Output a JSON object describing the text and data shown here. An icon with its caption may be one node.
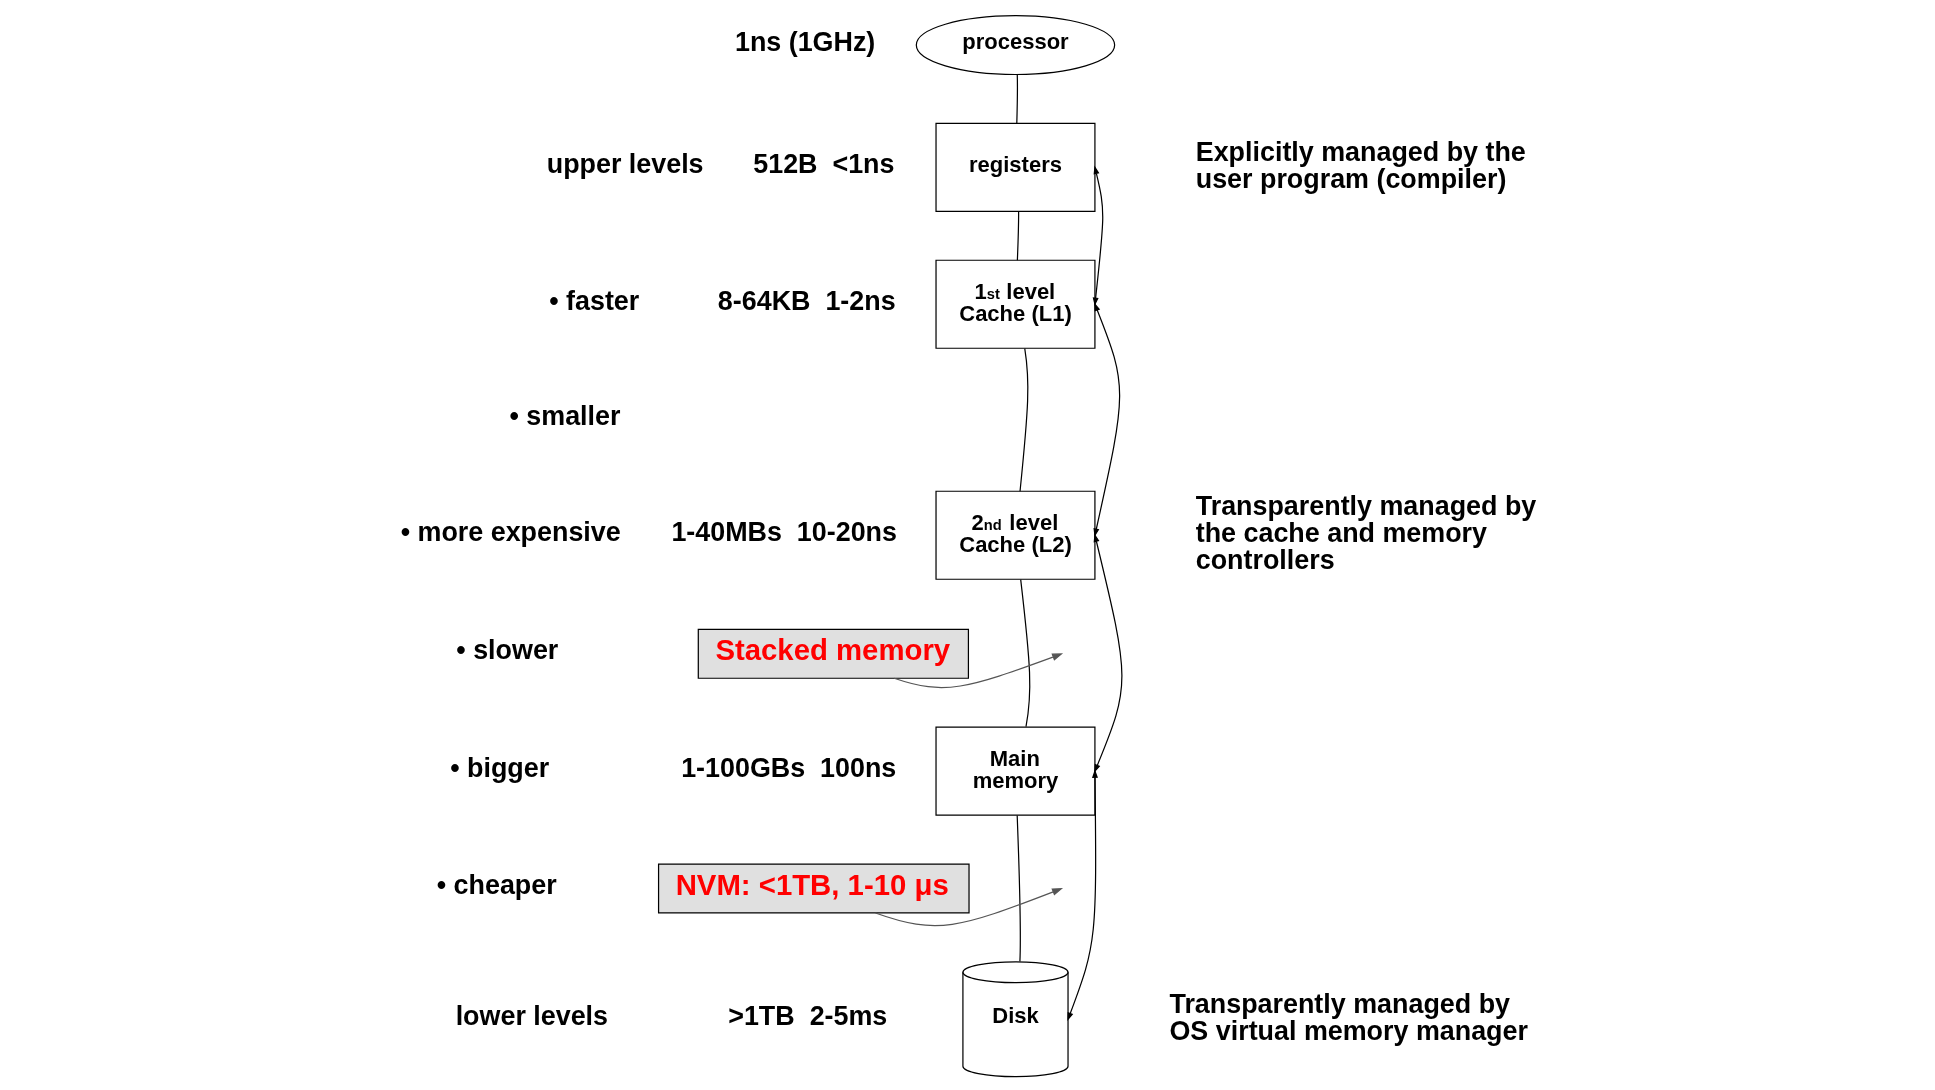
{
  "diagram": {
    "nodes": [
      {
        "text": [
          "processor"
        ],
        "beside": [
          "1ns (1GHz)"
        ]
      },
      {
        "text": [
          "registers"
        ],
        "beside": [
          "512B  <1ns"
        ]
      },
      {
        "text": [
          "1$^{st}$ level Cache (L1)"
        ],
        "beside": [
          "8-64KB  1-2ns"
        ]
      },
      {
        "text": [
          "2$^{nd}$ level Cache (L2)"
        ],
        "beside": [
          "1-40MBs  10-20ns"
        ]
      },
      {
        "text": [
          "Main memory"
        ],
        "beside": [
          "1-100GBs  100ns"
        ]
      },
      {
        "text": [
          "Disk"
        ],
        "beside": [
          ">1TB  2-5ms"
        ]
      },
      {
        "text": [
          "Stacked memory"
        ]
      },
      {
        "text": [
          "NVM: <1TB, 1-10 μs"
        ]
      }
    ],
    "edges": [
      {
        "from": 0,
        "to": 1,
        "arrow": "none"
      },
      {
        "from": 1,
        "to": 2,
        "arrow": "none"
      },
      {
        "from": 2,
        "to": 3,
        "arrow": "none"
      },
      {
        "from": 3,
        "to": 4,
        "arrow": "none"
      },
      {
        "from": 4,
        "to": 5,
        "arrow": "none"
      },
      {
        "from": 6,
        "to": null,
        "arrow": "to",
        "color": "#555555"
      },
      {
        "from": 7,
        "to": null,
        "arrow": "to",
        "color": "#555555"
      },
      {
        "from": 1,
        "to": 2,
        "arrow": "both"
      },
      {
        "from": 2,
        "to": 3,
        "arrow": "both"
      },
      {
        "from": 3,
        "to": 4,
        "arrow": "both"
      },
      {
        "from": 4,
        "to": 5,
        "arrow": "both"
      }
    ],
    "labels": [
      "upper levels",
      "Explicitly managed by the user program (compiler)",
      "• faster",
      "• smaller",
      "• more expensive",
      "Transparently managed by the cache and memory controllers",
      "• slower",
      "• bigger",
      "• cheaper",
      "Transparently managed by OS virtual memory manager",
      "lower levels"
    ]
  }
}
